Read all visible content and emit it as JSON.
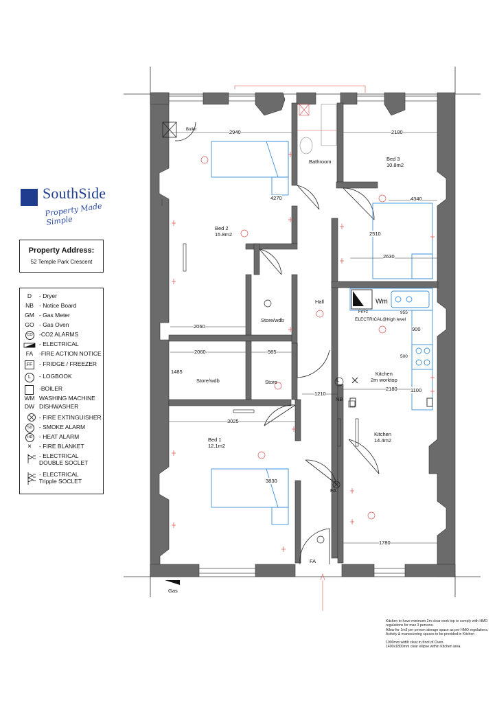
{
  "brand": {
    "name": "SouthSide",
    "tagline": "Property Made Simple",
    "color": "#1f3c8f"
  },
  "address": {
    "title": "Property Address:",
    "line": "52 Temple Park Crescent"
  },
  "legend": [
    {
      "code": "D",
      "label": "- Dryer"
    },
    {
      "code": "NB",
      "label": "- Notice Board"
    },
    {
      "code": "GM",
      "label": "- Gas Meter"
    },
    {
      "code": "GO",
      "label": "- Gas Oven"
    },
    {
      "code": "CO",
      "label": "-CO2 ALARMS"
    },
    {
      "code": "",
      "label": "- ELECTRICAL"
    },
    {
      "code": "FA",
      "label": "-FIRE ACTION NOTICE"
    },
    {
      "code": "FF",
      "label": "- FRIDGE / FREEZER"
    },
    {
      "code": "L",
      "label": "- LOGBOOK"
    },
    {
      "code": "",
      "label": "-BOILER"
    },
    {
      "code": "WM",
      "label": "WASHING MACHINE"
    },
    {
      "code": "DW",
      "label": "DISHWASHER"
    },
    {
      "code": "",
      "label": "- FIRE EXTINGUISHER"
    },
    {
      "code": "SD",
      "label": "- SMOKE ALARM"
    },
    {
      "code": "HD",
      "label": "- HEAT ALARM"
    },
    {
      "code": "",
      "label": "- FIRE BLANKET"
    },
    {
      "code": "",
      "label": "- ELECTRICAL\nDOUBLE SOCLET"
    },
    {
      "code": "",
      "label": "- ELECTRICAL\nTripple SOCLET"
    }
  ],
  "rooms": {
    "bed2": {
      "name": "Bed 2",
      "area": "15.8m2"
    },
    "bed3": {
      "name": "Bed 3",
      "area": "10.8m2"
    },
    "bathroom": {
      "name": "Bathroom"
    },
    "hall": {
      "name": "Hall"
    },
    "store_wdb_1": {
      "name": "Store/wdb"
    },
    "store_wdb_2": {
      "name": "Store/wdb"
    },
    "store": {
      "name": "Store"
    },
    "bed1": {
      "name": "Bed 1",
      "area": "12.1m2"
    },
    "kitchen": {
      "name": "Kitchen",
      "area": "14.4m2"
    },
    "kitchen_worktop": {
      "name": "Kitchen",
      "area": "2m worktop"
    },
    "electrical": {
      "name": "ELECTRICAL@high level"
    }
  },
  "labels": {
    "boiler": "Boiler",
    "gas": "Gas",
    "fa_front": "FA",
    "fa_hall": "FA",
    "nb": "NB",
    "wm": "Wm",
    "frfz": "Fr/Fz",
    "sd": "SD",
    "hd": "HD",
    "co": "CO",
    "l": "L"
  },
  "dimensions": {
    "d2940": "2940",
    "d2180_top": "2180",
    "d4270": "4270",
    "d4340": "4340",
    "d2510": "2510",
    "d2630": "2630",
    "d2060_a": "2060",
    "d2060_b": "2060",
    "d985": "985",
    "d1485": "1485",
    "d955": "955",
    "d900": "900",
    "d500": "500",
    "d1100": "1100",
    "d2180_kit": "2180",
    "d1210": "1210",
    "d3025": "3025",
    "d3830": "3830",
    "d1780": "1780"
  },
  "notes": [
    "Kitchen to have minimum 2m clear work top to comply with HMO regulations for max 3 persons.\nAllow for 1m3 per person storage space as per HMO regulations.\nActivity & manoeuvring spaces to be provided in Kitchen .",
    "1000mm width clear in front of Oven.\n1400x1800mm clear ellipse within Kitchen area."
  ],
  "colors": {
    "wall": "#6b6b6b",
    "furniture": "#3a8fd9",
    "annotation": "#d9534f",
    "line": "#222222"
  }
}
